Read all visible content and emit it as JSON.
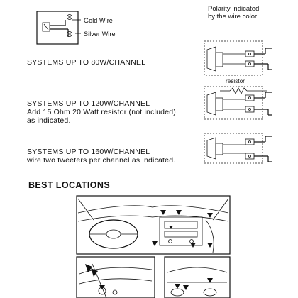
{
  "legend": {
    "gold_label": "Gold Wire",
    "silver_label": "Silver Wire"
  },
  "polarity_note": {
    "line1": "Polarity indicated",
    "line2": "by the wire color"
  },
  "systems": [
    {
      "title": "SYSTEMS UP TO 80W/CHANNEL",
      "lines": []
    },
    {
      "title": "SYSTEMS UP TO 120W/CHANNEL",
      "lines": [
        "Add 15 Ohm 20 Watt resistor (not included)",
        "as indicated."
      ]
    },
    {
      "title": "SYSTEMS UP TO 160W/CHANNEL",
      "lines": [
        "wire two tweeters per channel as indicated."
      ]
    }
  ],
  "resistor_label": "resistor",
  "best_locations": {
    "heading": "BEST LOCATIONS"
  },
  "icons": [
    "tweeter-terminal-icon",
    "crossover-diagram-icon",
    "resistor-icon",
    "car-dashboard-illustration",
    "car-door-illustration",
    "car-rear-deck-illustration"
  ]
}
